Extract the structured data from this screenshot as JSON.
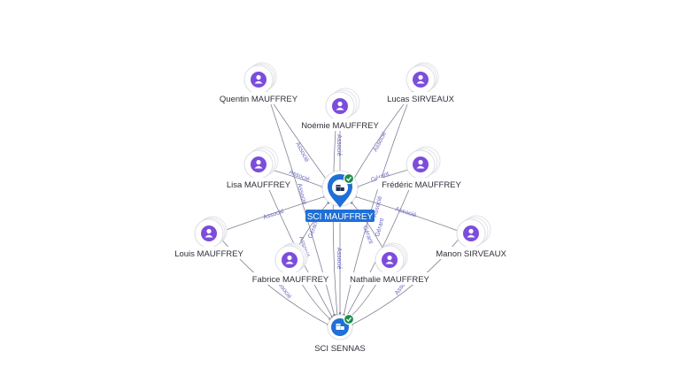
{
  "main_company": {
    "name": "SCI MAUFFREY",
    "icon": "building-icon",
    "badge_icon": "check-badge-icon",
    "label_color": "#1f6fd6"
  },
  "secondary_company": {
    "name": "SCI SENNAS",
    "icon": "building-icon",
    "badge_icon": "check-badge-icon"
  },
  "persons": [
    {
      "id": "quentin",
      "name": "Quentin MAUFFREY"
    },
    {
      "id": "noemie",
      "name": "Noémie MAUFFREY"
    },
    {
      "id": "lucas",
      "name": "Lucas SIRVEAUX"
    },
    {
      "id": "lisa",
      "name": "Lisa MAUFFREY"
    },
    {
      "id": "frederic",
      "name": "Frédéric MAUFFREY"
    },
    {
      "id": "louis",
      "name": "Louis MAUFFREY"
    },
    {
      "id": "manon",
      "name": "Manon SIRVEAUX"
    },
    {
      "id": "fabrice",
      "name": "Fabrice MAUFFREY"
    },
    {
      "id": "nathalie",
      "name": "Nathalie MAUFFREY"
    }
  ],
  "edge_labels": {
    "associe": "Associé",
    "gerant": "Gérant"
  },
  "colors": {
    "person_node": "#7c4ddb",
    "company_node": "#1f6fd6",
    "badge": "#1a8f4a",
    "edge": "#6b6b80",
    "edge_label": "#6a6ac8"
  }
}
